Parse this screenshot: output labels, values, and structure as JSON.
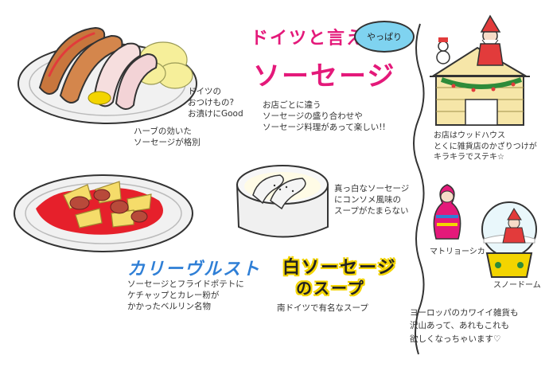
{
  "colors": {
    "magenta": "#e4197a",
    "blue": "#2f7fd6",
    "yellow": "#f3d400",
    "cyan": "#7fd3f0"
  },
  "section_sausage": {
    "heading": "ドイツと言えば",
    "bubble": "やっぱり",
    "title": "ソーセージ",
    "note_sauerkraut": [
      "ドイツの",
      "おつけもの?",
      "お漬けにGood"
    ],
    "note_herb": [
      "ハーブの効いた",
      "ソーセージが格別"
    ],
    "desc": [
      "お店ごとに違う",
      "ソーセージの盛り合わせや",
      "ソーセージ料理があって楽しい!!"
    ]
  },
  "section_currywurst": {
    "title": "カリーヴルスト",
    "desc": [
      "ソーセージとフライドポテトに",
      "ケチャップとカレー粉が",
      "かかったベルリン名物"
    ]
  },
  "section_soup": {
    "note": [
      "真っ白なソーセージ",
      "にコンソメ風味の",
      "スープがたまらない"
    ],
    "title_line1": "白ソーセージ",
    "title_line2": "のスープ",
    "desc": "南ドイツで有名なスープ"
  },
  "section_shop": {
    "desc": [
      "お店はウッドハウス",
      "とくに雑貨店のかざりつけが",
      "キラキラでステキ☆"
    ],
    "label_matryoshka": "マトリョーシカ",
    "label_snowdome": "スノードーム",
    "footer": [
      "ヨーロッパのカワイイ雑貨も",
      "沢山あって、あれもこれも",
      "欲しくなっちゃいます♡"
    ]
  }
}
